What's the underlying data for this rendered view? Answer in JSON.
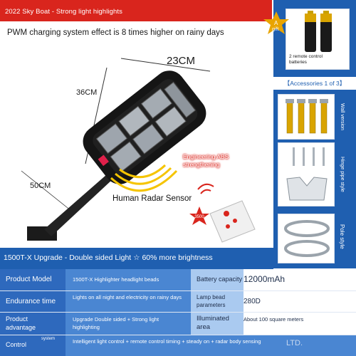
{
  "banner": {
    "title": "2022 Sky Boat - Strong light highlights",
    "subtitle": "PWM charging system effect is 8 times higher on rainy days"
  },
  "product": {
    "dimension_width": "23CM",
    "dimension_height": "36CM",
    "dimension_arm": "50CM",
    "radar_label": "Human Radar Sensor",
    "abs_label": "Engineering ABS strengthening",
    "remote_badge": "3500"
  },
  "accessories": {
    "gift_badge_a": "A",
    "gift_badge_text": "gift",
    "gift_caption": "2 remote control batteries",
    "title": "【Accessories 1 of 3】",
    "wall_label": "Wall version",
    "hinge_label": "Hinge pipe style",
    "pole_label": "Pole style"
  },
  "upgrade": {
    "text": "1500T-X Upgrade - Double sided Light ☆ 60% more brightness"
  },
  "specs": {
    "row1": {
      "label": "Product Model",
      "value": "1500T-X Highlighter headlight beads",
      "label2": "Battery capacity",
      "value2": "12000mAh"
    },
    "row2": {
      "label": "Endurance time",
      "value": "Lights on all night and electricity on rainy days",
      "label2": "Lamp bead parameters",
      "value2": "280D"
    },
    "row3": {
      "label": "Product advantage",
      "value": "Upgrade Double sided + Strong light highlighting",
      "label2": "Illuminated area",
      "value2": "About 100 square meters"
    },
    "row4": {
      "label": "Control",
      "label_suffix": "system",
      "value": "Intelligent light control + remote control timing + steady on + radar body sensing",
      "watermark": "LTD."
    }
  },
  "colors": {
    "red": "#d9251d",
    "blue": "#1f5fb0",
    "light_blue": "#4a86d2"
  }
}
